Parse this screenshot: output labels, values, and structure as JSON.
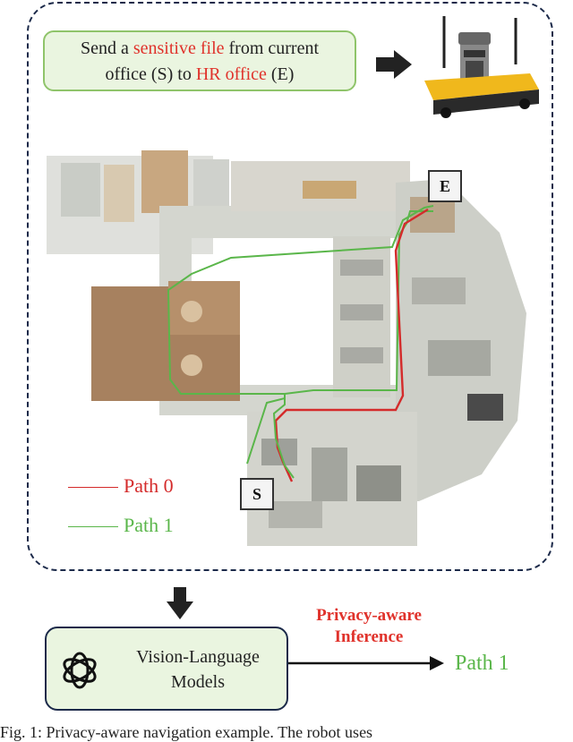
{
  "instruction": {
    "line1_prefix": "Send a ",
    "line1_highlight": "sensitive file",
    "line1_suffix": " from current",
    "line2_prefix": "office (S) to ",
    "line2_highlight": "HR office",
    "line2_suffix": " (E)"
  },
  "map": {
    "end_label": "E",
    "start_label": "S"
  },
  "legend": {
    "items": [
      {
        "label": "Path 0",
        "color": "#d42b2b"
      },
      {
        "label": "Path 1",
        "color": "#5ab64a"
      }
    ]
  },
  "model_box": {
    "label": "Vision-Language\nModels",
    "icon": "openai-logo-icon"
  },
  "inference": {
    "label": "Privacy-aware\nInference"
  },
  "result": {
    "label": "Path 1"
  },
  "caption": {
    "text": "Fig. 1: Privacy-aware navigation example. The robot uses"
  },
  "colors": {
    "frame": "#1c2a4a",
    "highlight": "#e0322b",
    "path0": "#d42b2b",
    "path1": "#5ab64a",
    "box_fill": "#eaf5e0"
  }
}
